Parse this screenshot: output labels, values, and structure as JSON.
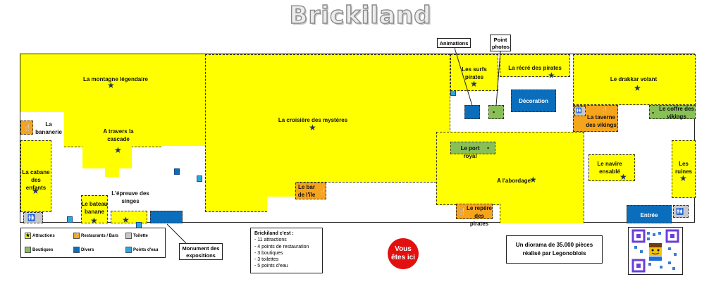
{
  "title": "Brickiland",
  "colors": {
    "attraction": "#ffff00",
    "restaurant": "#f7a41d",
    "boutique": "#88c057",
    "divers": "#0a6ebd",
    "toilette": "#c8c8c8",
    "here": "#e31010"
  },
  "zones": {
    "montagne": "La montagne légendaire",
    "cascade": "A travers la cascade",
    "bananerie": "La bananerie",
    "cabane": "La cabane des enfants",
    "bateau_banane": "Le bateau banane",
    "epreuve_singes": "L'épreuve des singes",
    "croisiere": "La croisière des mystères",
    "bar_ile": "Le bar de l'île",
    "surfs": "Les surfs pirates",
    "recre": "La récré des pirates",
    "decoration": "Décoration",
    "drakkar": "Le drakkar volant",
    "taverne": "La taverne des vikings",
    "coffre": "Le coffre des vikings",
    "port_royal": "Le port royal",
    "abordage": "A l'abordage",
    "reperes": "Le repère des pirates",
    "navire": "Le navire ensablé",
    "ruines": "Les ruines",
    "entree": "Entrée"
  },
  "callouts": {
    "animations": "Animations",
    "point_photos": "Point photos",
    "monument": "Monument des expositions"
  },
  "legend": {
    "attractions": "Attractions",
    "restaurants": "Restaurants / Bars",
    "toilette": "Toilette",
    "boutiques": "Boutiques",
    "divers": "Divers",
    "points_eau": "Points d'eau"
  },
  "facts": {
    "title": "Brickiland c'est :",
    "items": [
      "- 11 attractions",
      "- 4 points de restauration",
      "- 3 boutiques",
      "- 3 toilettes",
      "- 5 points d'eau"
    ]
  },
  "here": "Vous êtes ici",
  "credit": "Un diorama de 35.000 pièces réalisé par Legonoblois",
  "icons": {
    "attraction": "star-icon",
    "restaurant": "fork-knife-icon",
    "boutique": "bag-icon",
    "toilette": "wc-icon",
    "water": "water-drop-icon",
    "qr": "qr-code-icon"
  }
}
